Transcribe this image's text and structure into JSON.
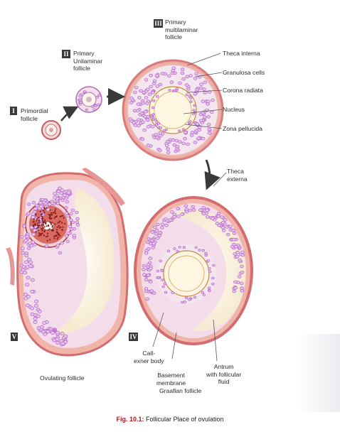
{
  "stages": {
    "i": {
      "num": "I",
      "text": "Primordial\nfollicle"
    },
    "ii": {
      "num": "II",
      "text": "Primary\nUnilaminar\nfollicle"
    },
    "iii": {
      "num": "III",
      "text": "Primary\nmultilaminar\nfollicle"
    },
    "iv": {
      "num": "IV",
      "text": "Graafian follicle"
    },
    "v": {
      "num": "V",
      "text": "Ovulating follicle"
    }
  },
  "labels": {
    "theca_interna": "Theca interna",
    "granulosa": "Granulosa cells",
    "corona": "Corona radiata",
    "nucleus": "Nucleus",
    "zona": "Zona pellucida",
    "theca_externa": "Theca\nexterna",
    "call_exner": "Call-\nexner body",
    "basement": "Basement\nmembrane",
    "antrum": "Antrum\nwith follicular\nfluid"
  },
  "caption": {
    "fig": "Fig. 10.1:",
    "text": " Follicular Place of ovulation"
  },
  "colors": {
    "theca": "#d9787a",
    "theca_light": "#f3c9bd",
    "granulosa": "#b86ac9",
    "granulosa_fill": "#e6c8ec",
    "antrum": "#fbf3df",
    "oocyte": "#fff6e2",
    "nucleus_v": "#c8403c",
    "arrow": "#3a3a3a",
    "caption_red": "#b0171f"
  }
}
